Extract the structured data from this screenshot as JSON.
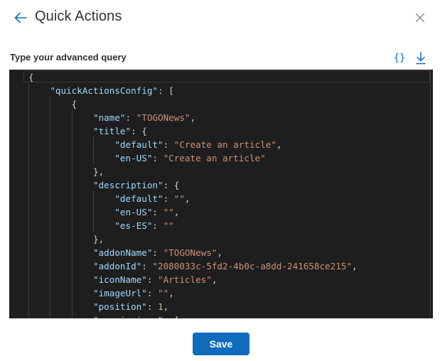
{
  "header": {
    "title": "Quick Actions",
    "back_icon": "arrow-left-icon",
    "close_icon": "close-icon"
  },
  "query": {
    "label": "Type your advanced query",
    "format_icon": "braces-icon",
    "format_glyph": "{}",
    "download_icon": "download-icon"
  },
  "editor": {
    "lines": [
      [
        [
          "p",
          "{"
        ]
      ],
      [
        [
          "p",
          "    "
        ],
        [
          "k",
          "\"quickActionsConfig\""
        ],
        [
          "p",
          ": ["
        ]
      ],
      [
        [
          "p",
          "        {"
        ]
      ],
      [
        [
          "p",
          "            "
        ],
        [
          "k",
          "\"name\""
        ],
        [
          "p",
          ": "
        ],
        [
          "s",
          "\"TOGONews\""
        ],
        [
          "p",
          ","
        ]
      ],
      [
        [
          "p",
          "            "
        ],
        [
          "k",
          "\"title\""
        ],
        [
          "p",
          ": {"
        ]
      ],
      [
        [
          "p",
          "                "
        ],
        [
          "k",
          "\"default\""
        ],
        [
          "p",
          ": "
        ],
        [
          "s",
          "\"Create an article\""
        ],
        [
          "p",
          ","
        ]
      ],
      [
        [
          "p",
          "                "
        ],
        [
          "k",
          "\"en-US\""
        ],
        [
          "p",
          ": "
        ],
        [
          "s",
          "\"Create an article\""
        ]
      ],
      [
        [
          "p",
          "            },"
        ]
      ],
      [
        [
          "p",
          "            "
        ],
        [
          "k",
          "\"description\""
        ],
        [
          "p",
          ": {"
        ]
      ],
      [
        [
          "p",
          "                "
        ],
        [
          "k",
          "\"default\""
        ],
        [
          "p",
          ": "
        ],
        [
          "s",
          "\"\""
        ],
        [
          "p",
          ","
        ]
      ],
      [
        [
          "p",
          "                "
        ],
        [
          "k",
          "\"en-US\""
        ],
        [
          "p",
          ": "
        ],
        [
          "s",
          "\"\""
        ],
        [
          "p",
          ","
        ]
      ],
      [
        [
          "p",
          "                "
        ],
        [
          "k",
          "\"es-ES\""
        ],
        [
          "p",
          ": "
        ],
        [
          "s",
          "\"\""
        ]
      ],
      [
        [
          "p",
          "            },"
        ]
      ],
      [
        [
          "p",
          "            "
        ],
        [
          "k",
          "\"addonName\""
        ],
        [
          "p",
          ": "
        ],
        [
          "s",
          "\"TOGONews\""
        ],
        [
          "p",
          ","
        ]
      ],
      [
        [
          "p",
          "            "
        ],
        [
          "k",
          "\"addonId\""
        ],
        [
          "p",
          ": "
        ],
        [
          "s",
          "\"2080033c-5fd2-4b0c-a8dd-241658ce215\""
        ],
        [
          "p",
          ","
        ]
      ],
      [
        [
          "p",
          "            "
        ],
        [
          "k",
          "\"iconName\""
        ],
        [
          "p",
          ": "
        ],
        [
          "s",
          "\"Articles\""
        ],
        [
          "p",
          ","
        ]
      ],
      [
        [
          "p",
          "            "
        ],
        [
          "k",
          "\"imageUrl\""
        ],
        [
          "p",
          ": "
        ],
        [
          "s",
          "\"\""
        ],
        [
          "p",
          ","
        ]
      ],
      [
        [
          "p",
          "            "
        ],
        [
          "k",
          "\"position\""
        ],
        [
          "p",
          ": "
        ],
        [
          "n",
          "1"
        ],
        [
          "p",
          ","
        ]
      ],
      [
        [
          "p",
          "            "
        ],
        [
          "k",
          "\"permissions\""
        ],
        [
          "p",
          ": ["
        ]
      ]
    ]
  },
  "footer": {
    "save_label": "Save"
  },
  "colors": {
    "accent": "#0f6cbd",
    "editor_bg": "#1e1e1e",
    "json_key": "#9cdcfe",
    "json_string": "#ce9178",
    "json_number": "#b5cea8"
  }
}
